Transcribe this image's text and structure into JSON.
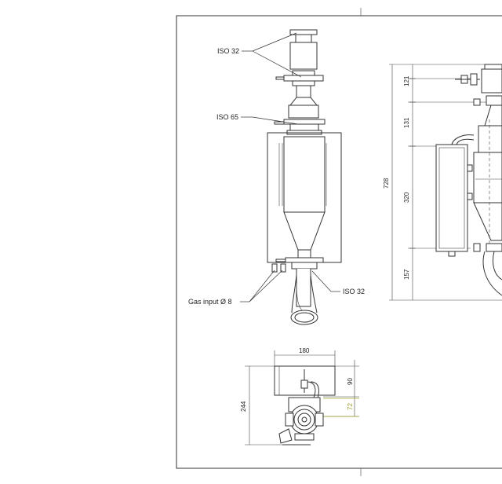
{
  "labels": {
    "iso32_top": "ISO 32",
    "iso65": "ISO 65",
    "gas_input": "Gas input Ø 8",
    "iso32_bottom": "ISO 32"
  },
  "dimensions": {
    "d121": "121",
    "d131": "131",
    "d728": "728",
    "d320": "320",
    "d157": "157",
    "d180": "180",
    "d90": "90",
    "d72": "72",
    "d244": "244"
  }
}
